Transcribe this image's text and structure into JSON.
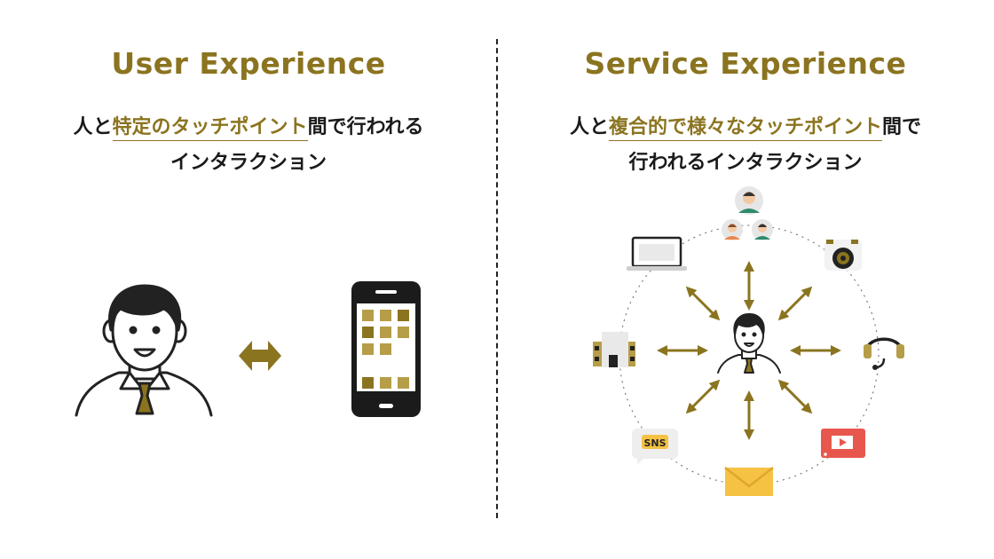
{
  "left": {
    "title": "User Experience",
    "desc_line1_pre": "人と",
    "desc_line1_hl": "特定のタッチポイント",
    "desc_line1_post": "間で行われる",
    "desc_line2": "インタラクション"
  },
  "right": {
    "title": "Service Experience",
    "desc_line1_pre": "人と",
    "desc_line1_hl": "複合的で様々なタッチポイント",
    "desc_line1_post": "間で",
    "desc_line2": "行われるインタラクション",
    "sns_label": "SNS"
  },
  "colors": {
    "accent": "#8b7420",
    "gold_light": "#b69d48",
    "divider": "#222222",
    "phone": "#1b1b1b",
    "mail": "#f5c244",
    "video": "#e8574d"
  }
}
